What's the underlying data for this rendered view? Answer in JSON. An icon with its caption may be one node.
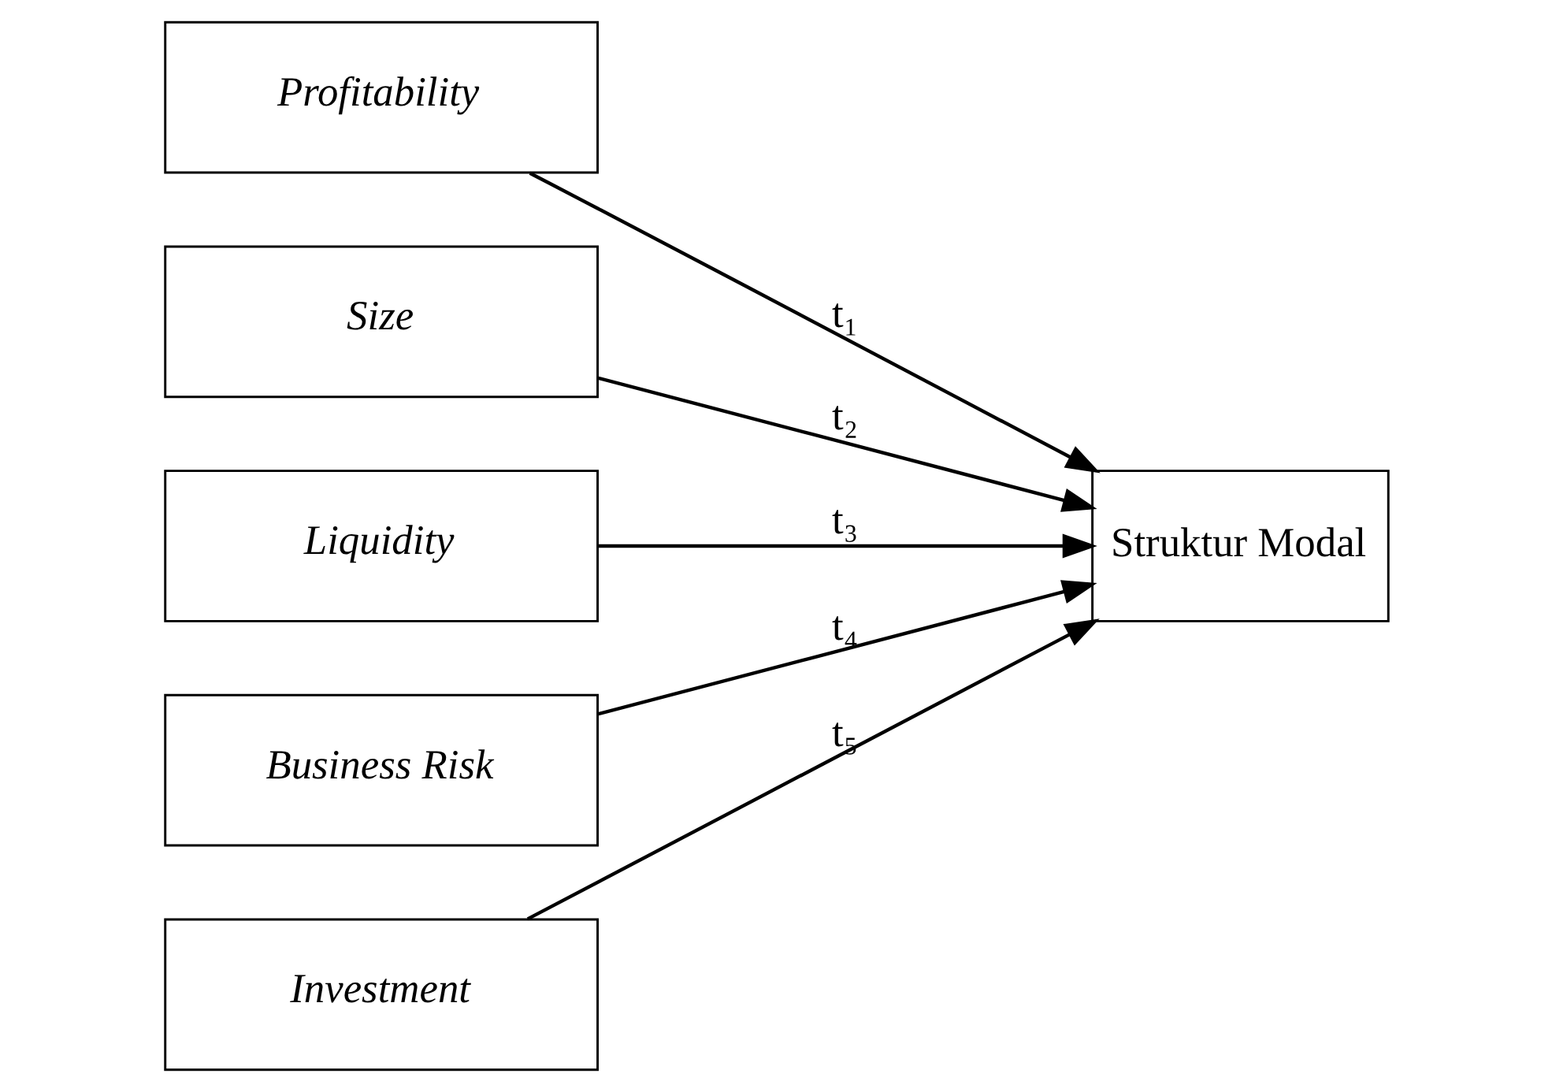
{
  "diagram": {
    "nodes": [
      {
        "text": [
          "Profitability"
        ]
      },
      {
        "text": [
          "Size"
        ]
      },
      {
        "text": [
          "Liquidity"
        ]
      },
      {
        "text": [
          "Business Risk"
        ]
      },
      {
        "text": [
          "Investment"
        ]
      },
      {
        "text": [
          "Struktur Modal"
        ]
      }
    ],
    "edges": [
      {
        "from": 0,
        "to": 5,
        "arrow": "to",
        "label": "t₁"
      },
      {
        "from": 1,
        "to": 5,
        "arrow": "to",
        "label": "t₂"
      },
      {
        "from": 2,
        "to": 5,
        "arrow": "to",
        "label": "t₃"
      },
      {
        "from": 3,
        "to": 5,
        "arrow": "to",
        "label": "t₄"
      },
      {
        "from": 4,
        "to": 5,
        "arrow": "to",
        "label": "t₅"
      }
    ]
  }
}
